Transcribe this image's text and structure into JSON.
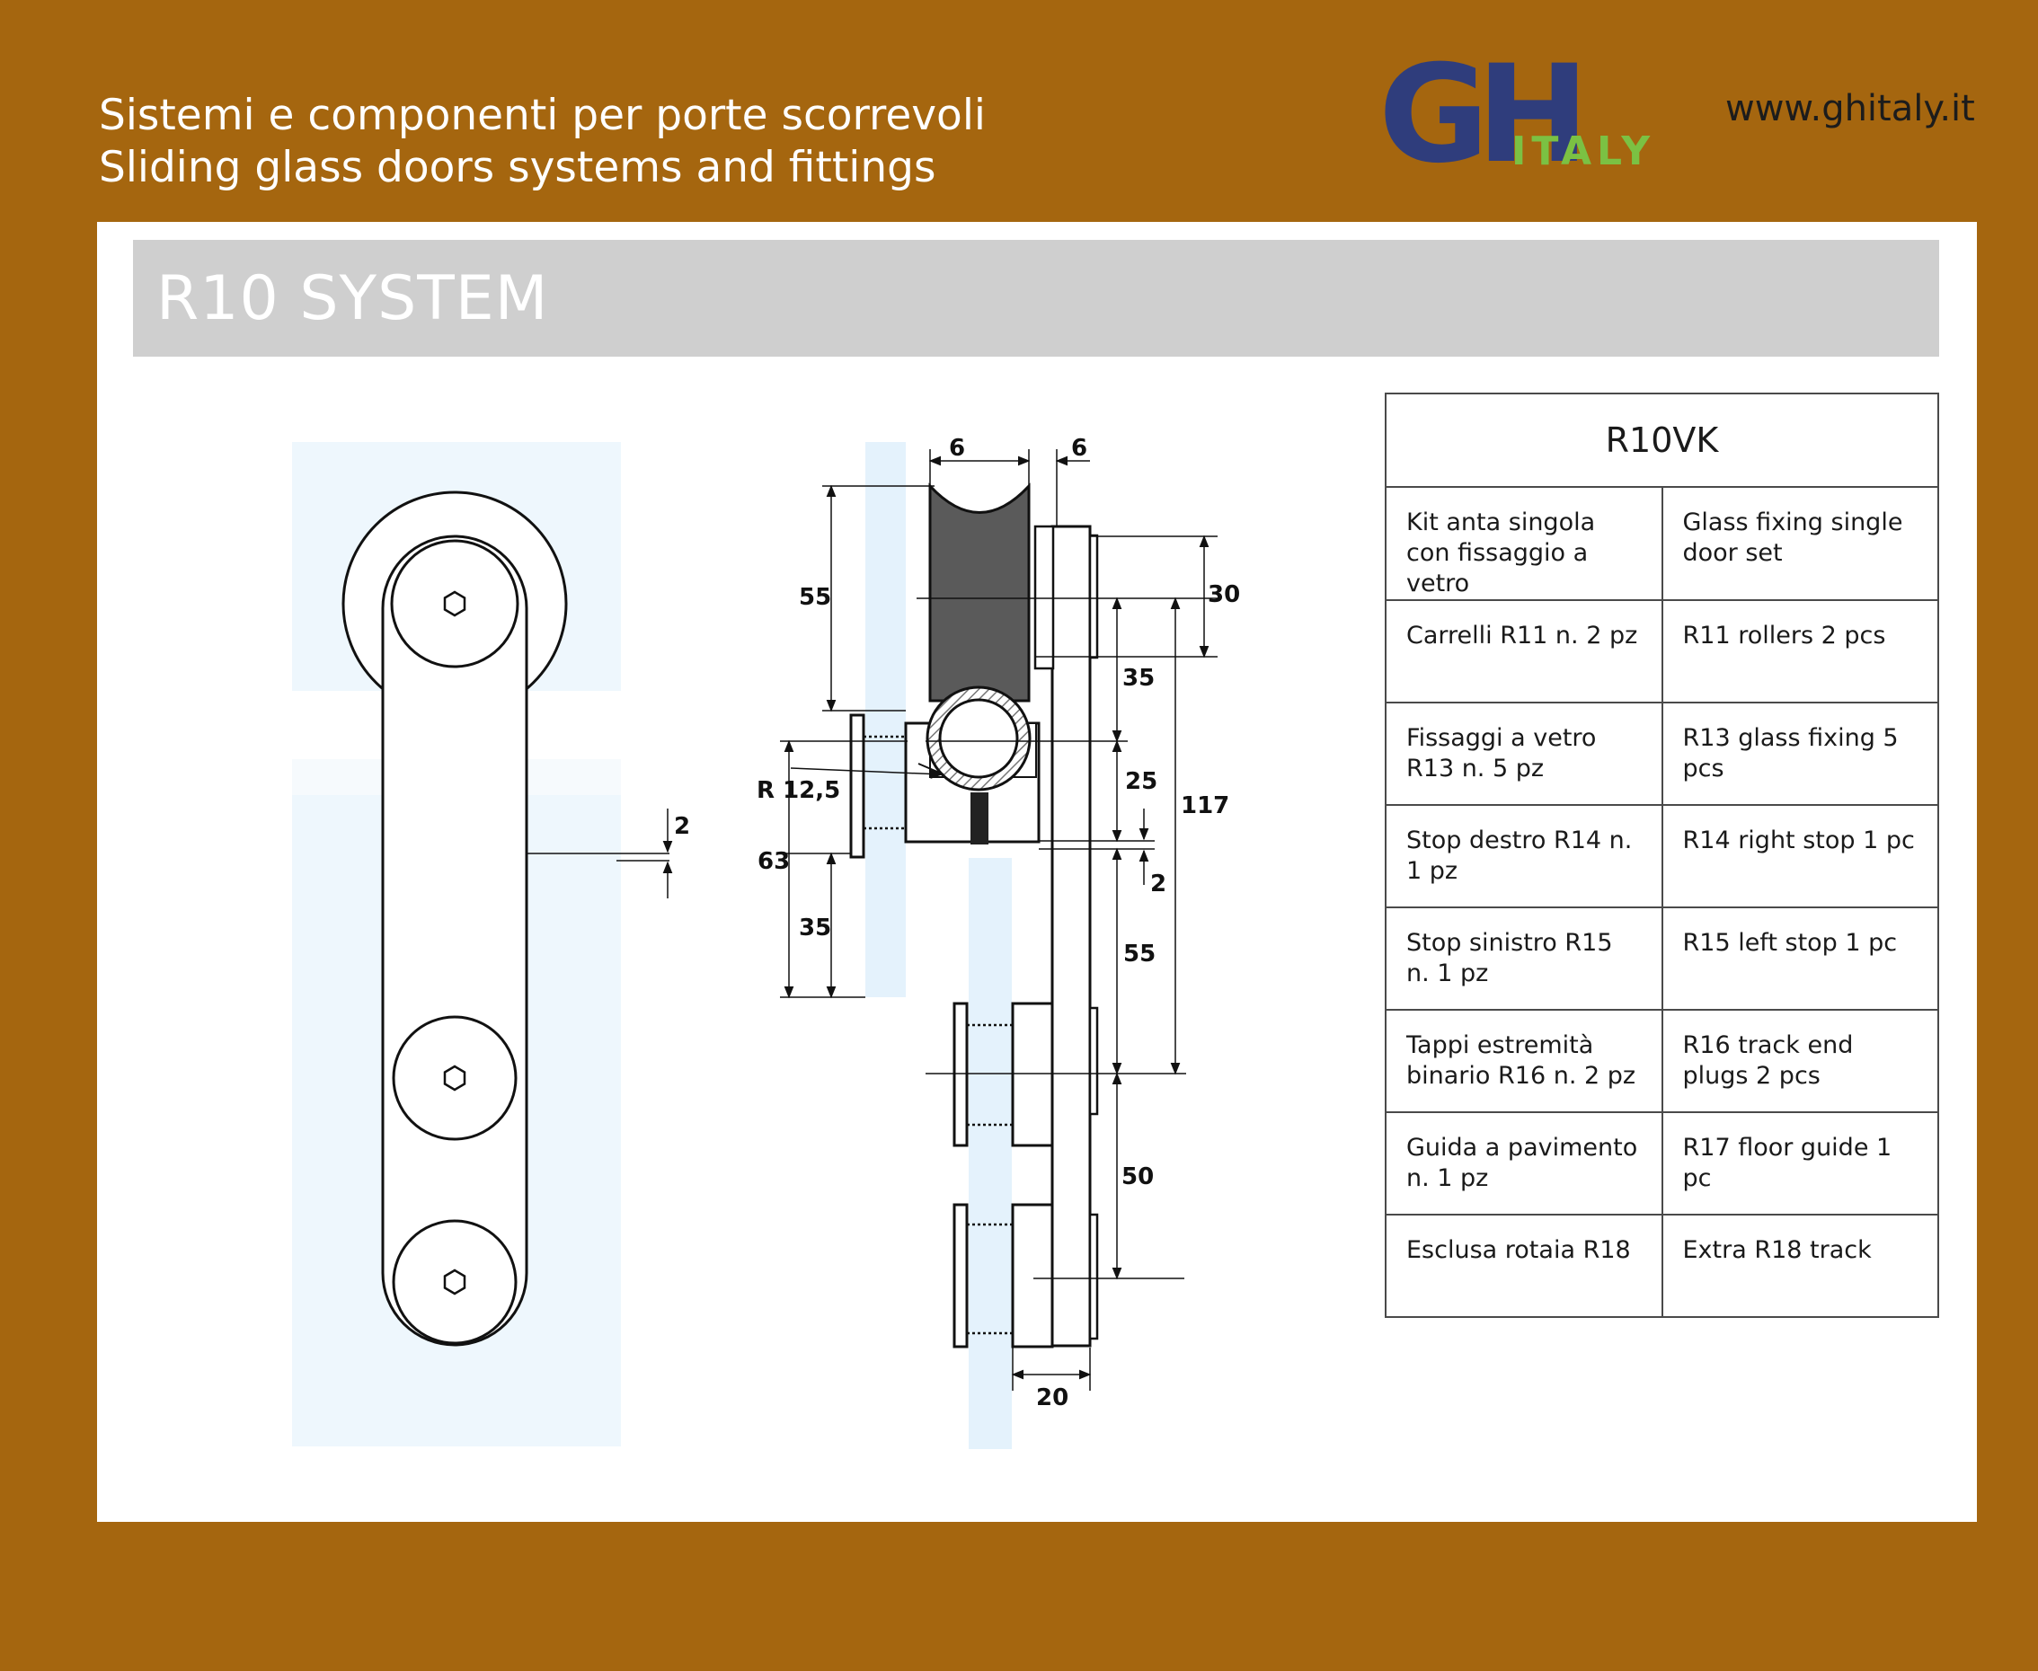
{
  "header": {
    "tagline_it": "Sistemi e componenti per porte scorrevoli",
    "tagline_en": "Sliding glass doors systems and fittings",
    "website": "www.ghitaly.it",
    "logo": {
      "letters": "GH",
      "sub": "ITALY"
    }
  },
  "title": "R10 SYSTEM",
  "colors": {
    "background": "#a5660f",
    "logo_blue": "#2f3d7c",
    "logo_green": "#7bc143",
    "glass": "#e4f2fc",
    "roller": "#5a5a5a"
  },
  "dimensions": {
    "d_6_left": "6",
    "d_6_right": "6",
    "d_55_top": "55",
    "d_r125": "R 12,5",
    "d_63": "63",
    "d_35_left": "35",
    "d_30": "30",
    "d_35_mid": "35",
    "d_25": "25",
    "d_117": "117",
    "d_2_mid": "2",
    "d_55_mid": "55",
    "d_50": "50",
    "d_20": "20",
    "d_2_front": "2"
  },
  "kit": {
    "code": "R10VK",
    "rows": [
      {
        "it": "Kit anta singola con fissaggio a vetro",
        "en": "Glass fixing single door set"
      },
      {
        "it": "Carrelli R11 n. 2 pz",
        "en": "R11 rollers 2 pcs"
      },
      {
        "it": "Fissaggi a vetro R13 n. 5 pz",
        "en": "R13 glass fixing 5 pcs"
      },
      {
        "it": "Stop destro R14 n. 1 pz",
        "en": "R14 right stop 1 pc"
      },
      {
        "it": "Stop sinistro R15 n. 1 pz",
        "en": "R15 left stop 1 pc"
      },
      {
        "it": "Tappi estremità binario R16 n. 2 pz",
        "en": "R16 track end plugs 2 pcs"
      },
      {
        "it": "Guida a pavimento n. 1 pz",
        "en": "R17 floor guide 1 pc"
      },
      {
        "it": "Esclusa rotaia R18",
        "en": "Extra R18 track"
      }
    ]
  }
}
